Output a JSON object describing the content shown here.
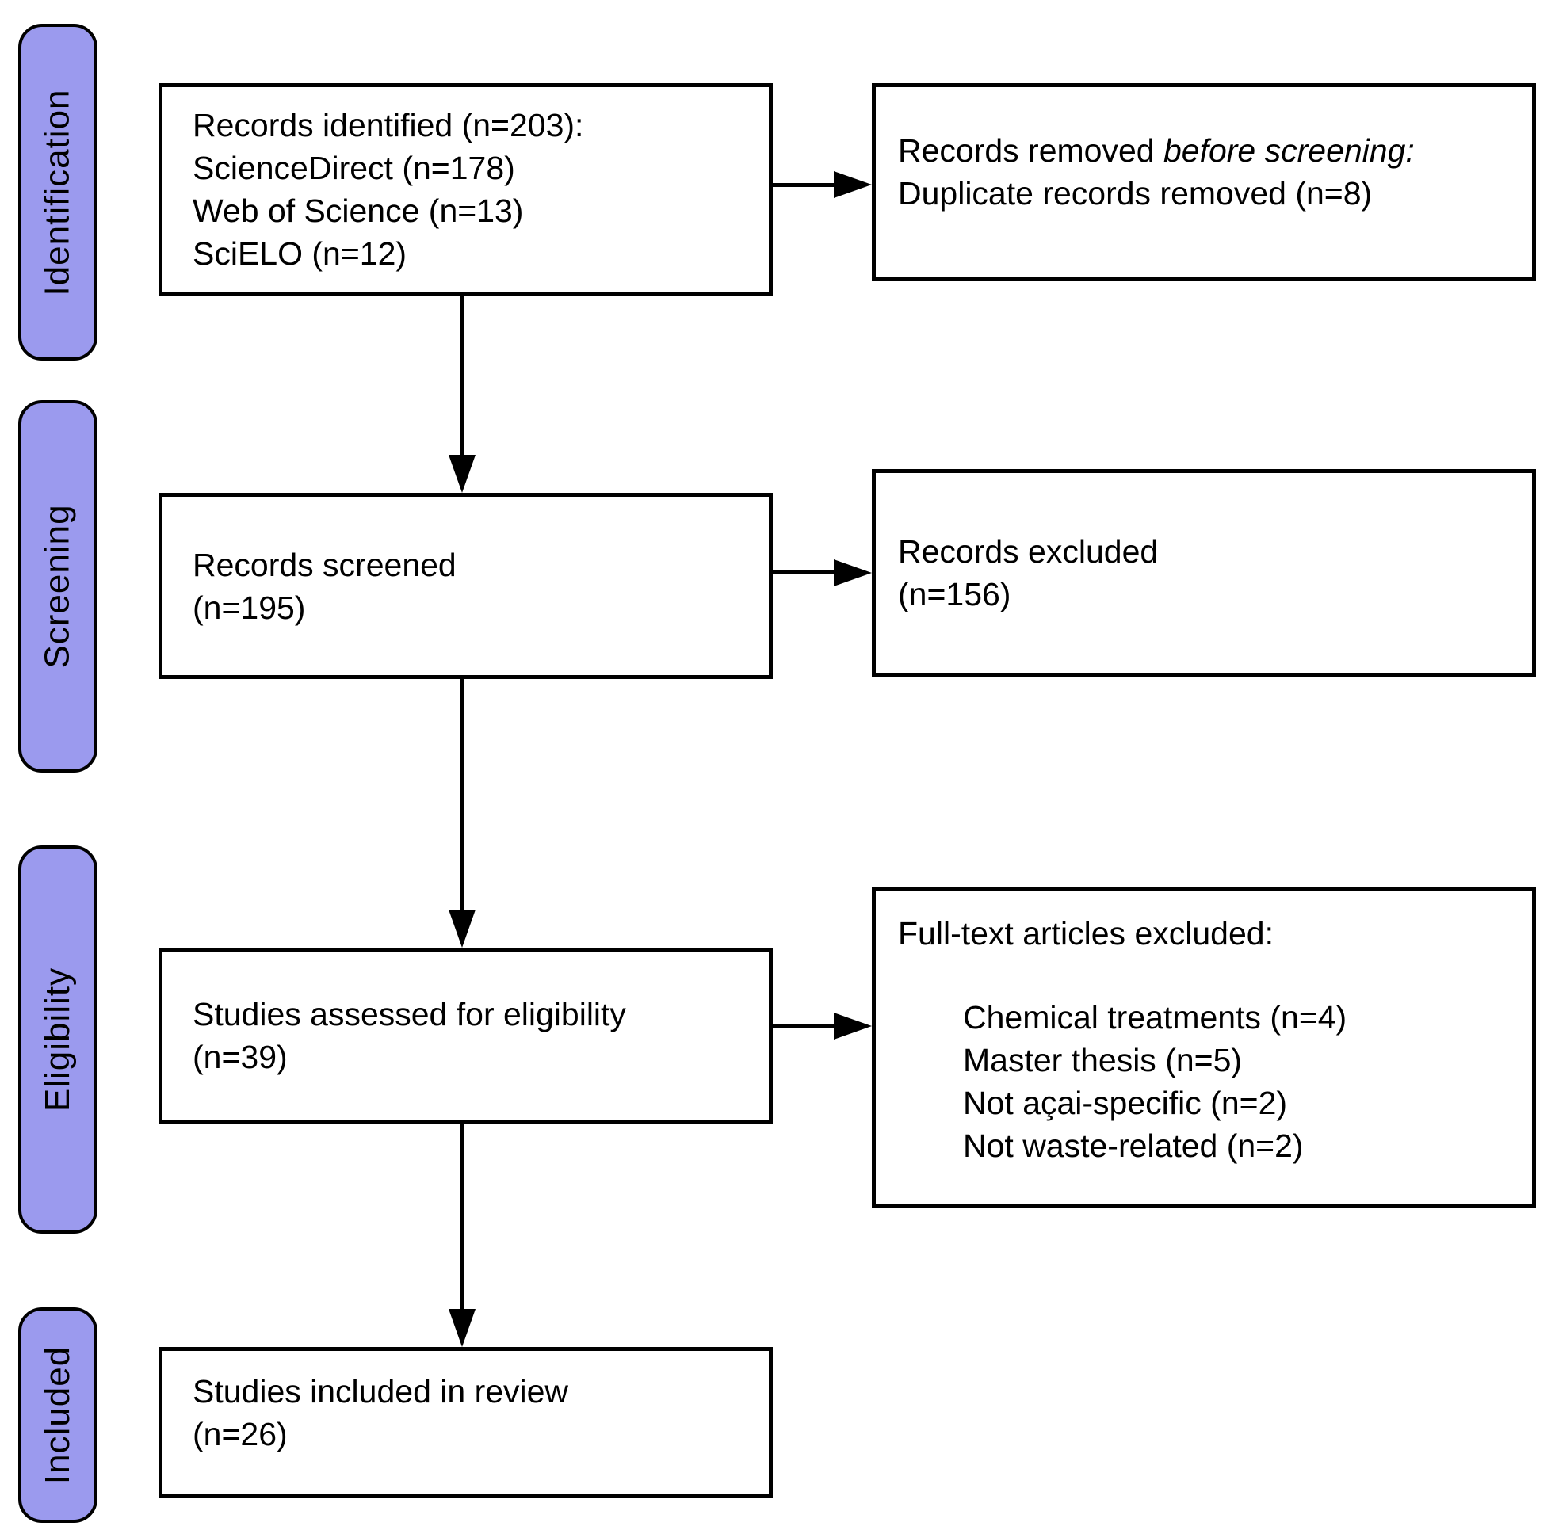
{
  "palette": {
    "stage_fill": "#9b9aee",
    "line_color": "#000000",
    "box_fill": "#ffffff"
  },
  "stages": [
    {
      "label": "Identification"
    },
    {
      "label": "Screening"
    },
    {
      "label": "Eligibility"
    },
    {
      "label": "Included"
    }
  ],
  "boxes": {
    "records_identified": {
      "lines": [
        "Records identified (n=203):",
        "ScienceDirect (n=178)",
        "Web of Science (n=13)",
        "SciELO (n=12)"
      ]
    },
    "records_removed": {
      "line1_normal": "Records removed ",
      "line1_italic": "before screening:",
      "line2": "Duplicate records removed (n=8)"
    },
    "records_screened": {
      "lines": [
        "Records screened",
        "(n=195)"
      ]
    },
    "records_excluded": {
      "lines": [
        "Records excluded",
        "(n=156)"
      ]
    },
    "studies_assessed": {
      "lines": [
        "Studies assessed for eligibility",
        "(n=39)"
      ]
    },
    "fulltext_excluded": {
      "title": "Full-text articles excluded:",
      "items": [
        "Chemical treatments (n=4)",
        "Master thesis (n=5)",
        "Not açai-specific (n=2)",
        "Not waste-related (n=2)"
      ]
    },
    "studies_included": {
      "lines": [
        "Studies included in review",
        "(n=26)"
      ]
    }
  }
}
